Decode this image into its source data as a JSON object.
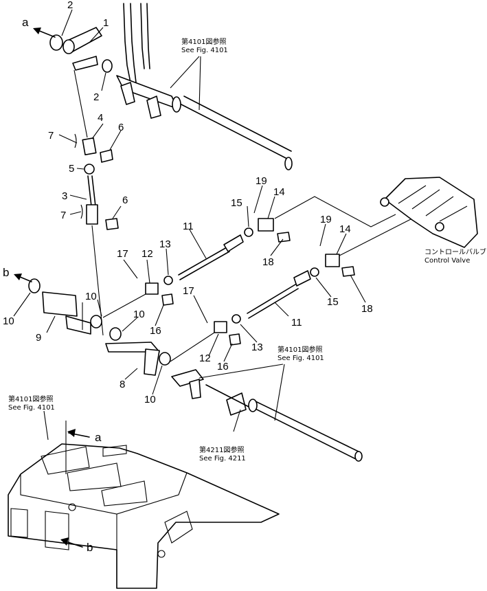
{
  "callouts": {
    "c1": "1",
    "c2a": "2",
    "c2b": "2",
    "c3": "3",
    "c4": "4",
    "c5": "5",
    "c6a": "6",
    "c6b": "6",
    "c7a": "7",
    "c7b": "7",
    "c8": "8",
    "c9": "9",
    "c10a": "10",
    "c10b": "10",
    "c10c": "10",
    "c10d": "10",
    "c11a": "11",
    "c11b": "11",
    "c12a": "12",
    "c12b": "12",
    "c13a": "13",
    "c13b": "13",
    "c14a": "14",
    "c14b": "14",
    "c15a": "15",
    "c15b": "15",
    "c16a": "16",
    "c16b": "16",
    "c17a": "17",
    "c17b": "17",
    "c18a": "18",
    "c18b": "18",
    "c19a": "19",
    "c19b": "19"
  },
  "arrows": {
    "a_top": "a",
    "a_bottom": "a",
    "b_left": "b",
    "b_bottom": "b"
  },
  "references": {
    "ref1_jp": "第4101図参照",
    "ref1_en": "See Fig. 4101",
    "ref2_jp": "第4101図参照",
    "ref2_en": "See Fig. 4101",
    "ref3_jp": "第4101図参照",
    "ref3_en": "See Fig. 4101",
    "ref4_jp": "第4211図参照",
    "ref4_en": "See Fig. 4211"
  },
  "control_valve": {
    "jp": "コントロールバルブ",
    "en": "Control Valve"
  }
}
